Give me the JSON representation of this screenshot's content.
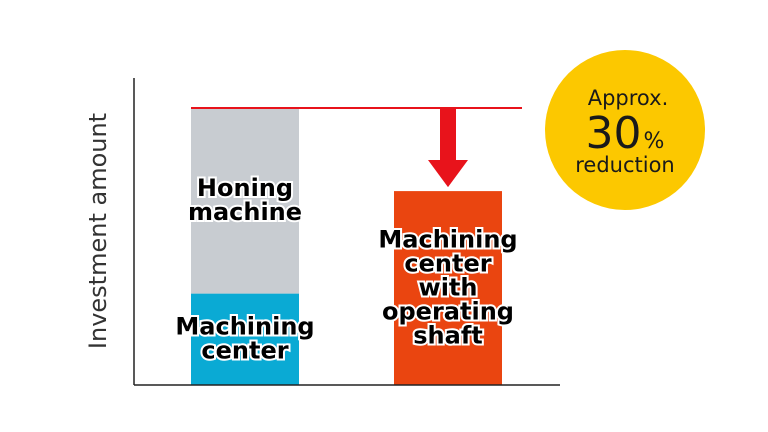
{
  "chart_data": {
    "type": "bar",
    "stacked": true,
    "ylabel": "Investment amount",
    "ylim": [
      0,
      100
    ],
    "grid": false,
    "bars": [
      {
        "segments": [
          {
            "label": [
              "Machining",
              "center"
            ],
            "value": 33,
            "color": "#0aaad4"
          },
          {
            "label": [
              "Honing",
              "machine"
            ],
            "value": 67,
            "color": "#c8ccd1"
          }
        ]
      },
      {
        "segments": [
          {
            "label": [
              "Machining",
              "center",
              "with",
              "operating",
              "shaft"
            ],
            "value": 70,
            "color": "#ea4510"
          }
        ]
      }
    ],
    "reference_line": {
      "value": 100,
      "color": "#e8131b"
    },
    "arrow_color": "#e8131b",
    "badge": {
      "line1": "Approx.",
      "number": "30",
      "unit": "%",
      "line3": "reduction",
      "color": "#fcc800"
    }
  }
}
